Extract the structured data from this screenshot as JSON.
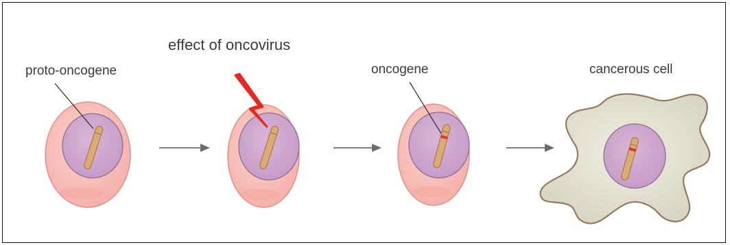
{
  "labels": {
    "proto_oncogene": "proto-oncogene",
    "oncovirus": "effect of oncovirus",
    "oncogene": "oncogene",
    "cancerous_cell": "cancerous cell"
  },
  "colors": {
    "cell_fill": "#f8c3bd",
    "cell_edge": "#e8948c",
    "nucleus_fill": "#cfa7cf",
    "nucleus_edge": "#8b6b91",
    "chromosome": "#d9a870",
    "mutation": "#d8383a",
    "lightning": "#e8281f",
    "cancer_fill": "#e6e4d5",
    "cancer_edge": "#93785c",
    "arrow": "#6b6b6b"
  }
}
